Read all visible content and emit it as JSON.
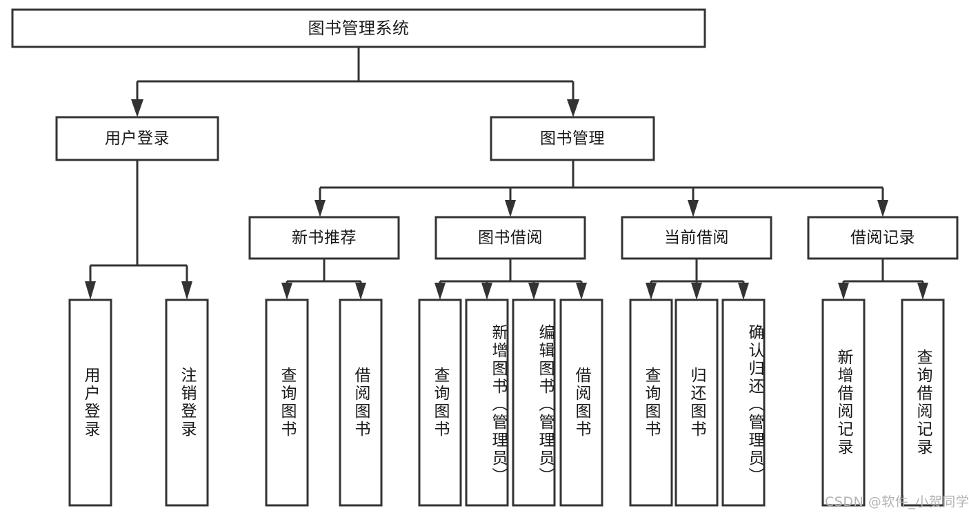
{
  "diagram": {
    "title": "图书管理系统",
    "type": "hierarchy-tree",
    "stroke_color": "#333333",
    "fill_color": "#ffffff",
    "text_color": "#1a1a1a",
    "levels": 4,
    "root": {
      "id": "root",
      "label": "图书管理系统"
    },
    "level2": [
      {
        "id": "user-login",
        "label": "用户登录"
      },
      {
        "id": "book-manage",
        "label": "图书管理"
      }
    ],
    "level3": [
      {
        "id": "new-book-rec",
        "label": "新书推荐",
        "parent": "book-manage"
      },
      {
        "id": "book-borrow",
        "label": "图书借阅",
        "parent": "book-manage"
      },
      {
        "id": "current-borrow",
        "label": "当前借阅",
        "parent": "book-manage"
      },
      {
        "id": "borrow-record",
        "label": "借阅记录",
        "parent": "book-manage"
      }
    ],
    "leaves": [
      {
        "id": "leaf-user-login",
        "label": "用户登录",
        "parent": "user-login",
        "align": "middle"
      },
      {
        "id": "leaf-logout",
        "label": "注销登录",
        "parent": "user-login",
        "align": "middle"
      },
      {
        "id": "leaf-query-book-1",
        "label": "查询图书",
        "parent": "new-book-rec",
        "align": "middle"
      },
      {
        "id": "leaf-borrow-book-1",
        "label": "借阅图书",
        "parent": "new-book-rec",
        "align": "middle"
      },
      {
        "id": "leaf-query-book-2",
        "label": "查询图书",
        "parent": "book-borrow",
        "align": "middle"
      },
      {
        "id": "leaf-add-book",
        "label": "新增图书（管理员）",
        "parent": "book-borrow",
        "align": "top"
      },
      {
        "id": "leaf-edit-book",
        "label": "编辑图书（管理员）",
        "parent": "book-borrow",
        "align": "top"
      },
      {
        "id": "leaf-borrow-book-2",
        "label": "借阅图书",
        "parent": "book-borrow",
        "align": "middle"
      },
      {
        "id": "leaf-query-book-3",
        "label": "查询图书",
        "parent": "current-borrow",
        "align": "middle"
      },
      {
        "id": "leaf-return-book",
        "label": "归还图书",
        "parent": "current-borrow",
        "align": "middle"
      },
      {
        "id": "leaf-confirm-return",
        "label": "确认归还（管理员）",
        "parent": "current-borrow",
        "align": "top"
      },
      {
        "id": "leaf-add-record",
        "label": "新增借阅记录",
        "parent": "borrow-record",
        "align": "middle"
      },
      {
        "id": "leaf-query-record",
        "label": "查询借阅记录",
        "parent": "borrow-record",
        "align": "middle"
      }
    ]
  },
  "watermark": {
    "text": "CSDN @软件_小贺同学"
  }
}
